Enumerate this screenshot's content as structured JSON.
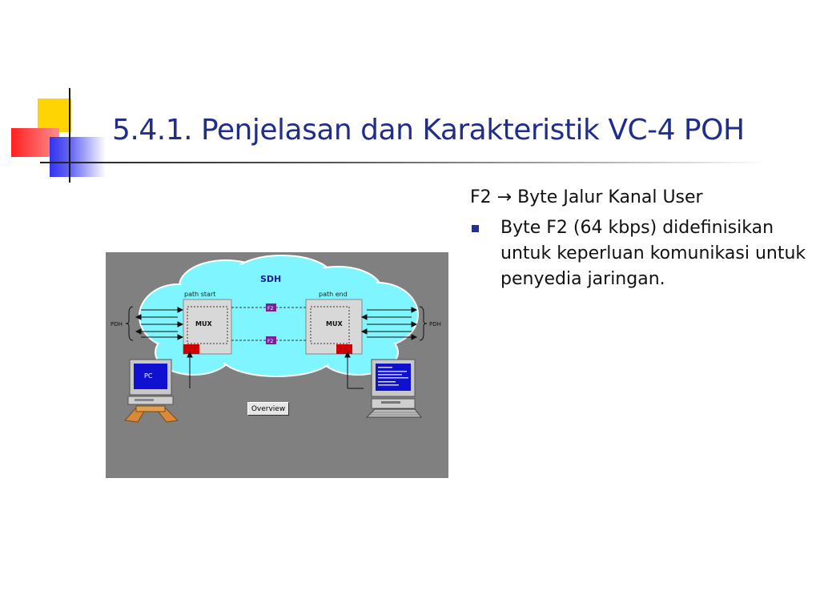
{
  "slide": {
    "title": "5.4.1. Penjelasan dan Karakteristik VC-4 POH",
    "intro": "F2 → Byte Jalur Kanal User",
    "bullets": [
      "Byte F2 (64 kbps) didefinisikan untuk keperluan komunikasi untuk penyedia jaringan."
    ]
  },
  "figure": {
    "cloud_label": "SDH",
    "path_start": "path start",
    "path_end": "path end",
    "mux_left": "MUX",
    "mux_right": "MUX",
    "f2_top": "F2",
    "f2_bottom": "F2",
    "pdh_left": "PDH",
    "pdh_right": "PDH",
    "pc_label": "PC",
    "overview_button": "Overview"
  },
  "colors": {
    "title": "#1f2e8a",
    "figure_bg": "#808080",
    "cloud": "#7ff5ff",
    "f2_tag": "#7a1fa0",
    "mux_red": "#cc0000",
    "screen_blue": "#1010d0"
  }
}
